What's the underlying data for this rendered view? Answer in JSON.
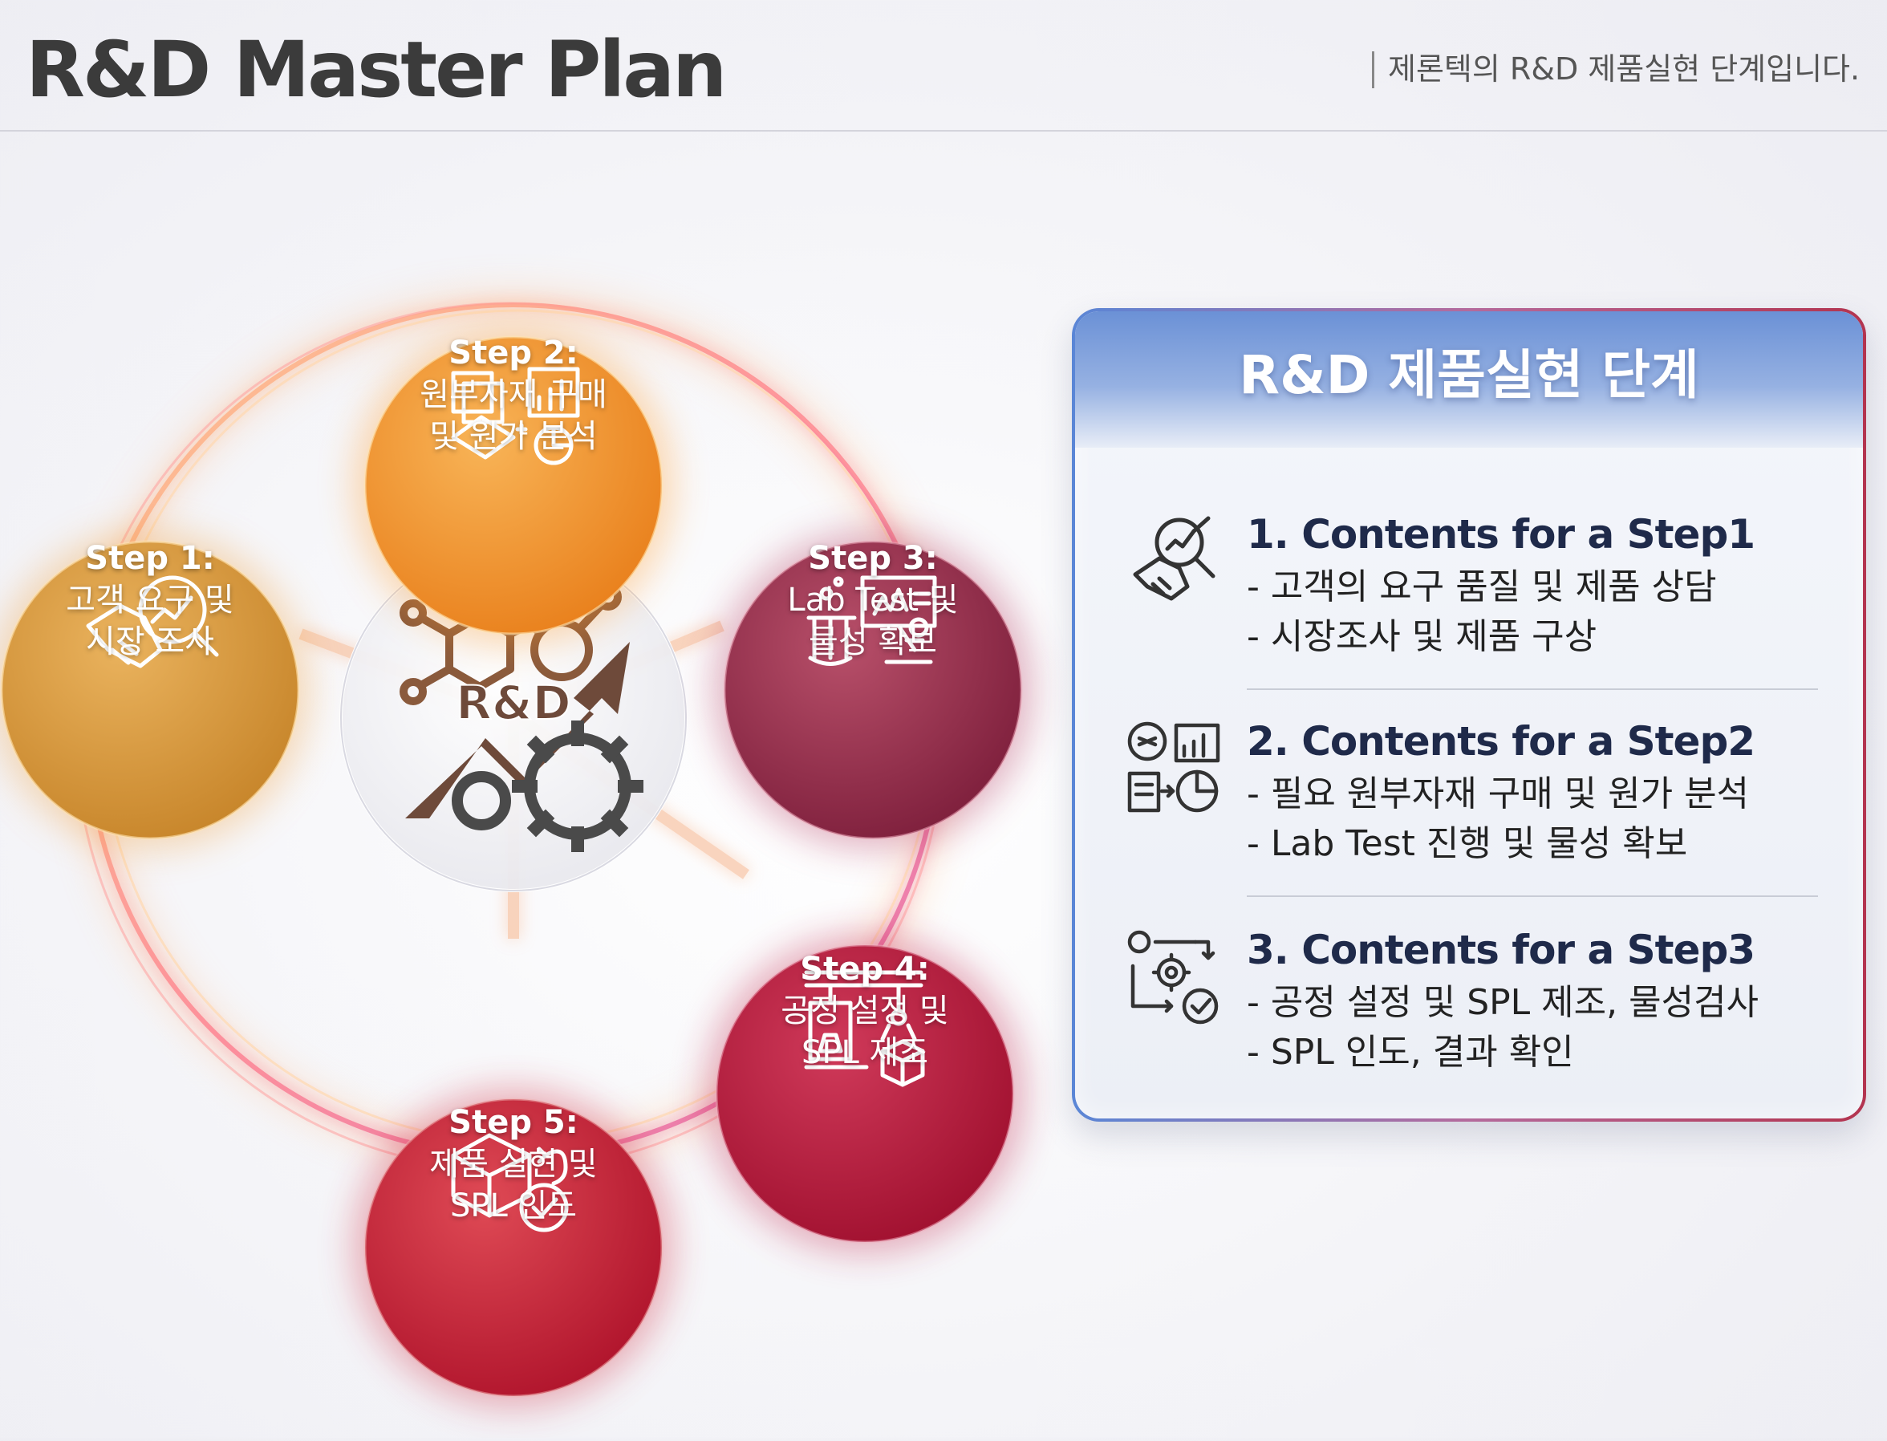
{
  "header": {
    "title": "R&D Master Plan",
    "subtitle": "제론텍의 R&D 제품실현 단계입니다."
  },
  "center": {
    "label": "R&D"
  },
  "steps": [
    {
      "title": "Step 1:",
      "text": "고객 요구 및\n시장 조사",
      "icon": "handshake-magnifier-icon"
    },
    {
      "title": "Step 2:",
      "text": "원부자재 구매\n및 원가 분석",
      "icon": "materials-cost-chart-icon"
    },
    {
      "title": "Step 3:",
      "text": "Lab Test 및\n물성 확보",
      "icon": "lab-microscope-icon"
    },
    {
      "title": "Step 4:",
      "text": "공정 설정 및\nSPL 제조",
      "icon": "factory-robot-icon"
    },
    {
      "title": "Step 5:",
      "text": "제품 실현 및\nSPL 인도",
      "icon": "box-delivery-check-icon"
    }
  ],
  "panel": {
    "title": "R&D 제품실현 단계",
    "items": [
      {
        "heading": "1. Contents for a Step1",
        "lines": [
          "- 고객의 요구 품질 및 제품 상담",
          "- 시장조사 및 제품 구상"
        ],
        "icon": "handshake-magnifier-icon"
      },
      {
        "heading": "2. Contents for a Step2",
        "lines": [
          "- 필요 원부자재 구매 및 원가 분석",
          "- Lab Test 진행 및 물성 확보"
        ],
        "icon": "materials-cost-chart-icon"
      },
      {
        "heading": "3. Contents for a Step3",
        "lines": [
          "- 공정 설정 및 SPL 제조, 물성검사",
          "- SPL 인도, 결과 확인"
        ],
        "icon": "gear-process-check-icon"
      }
    ]
  },
  "colors": {
    "step1": "#d59a3a",
    "step2": "#f0962c",
    "step3": "#9a2f4c",
    "step4": "#b2193f",
    "step5": "#c2203a",
    "panel_accent": "#5a86d6"
  }
}
